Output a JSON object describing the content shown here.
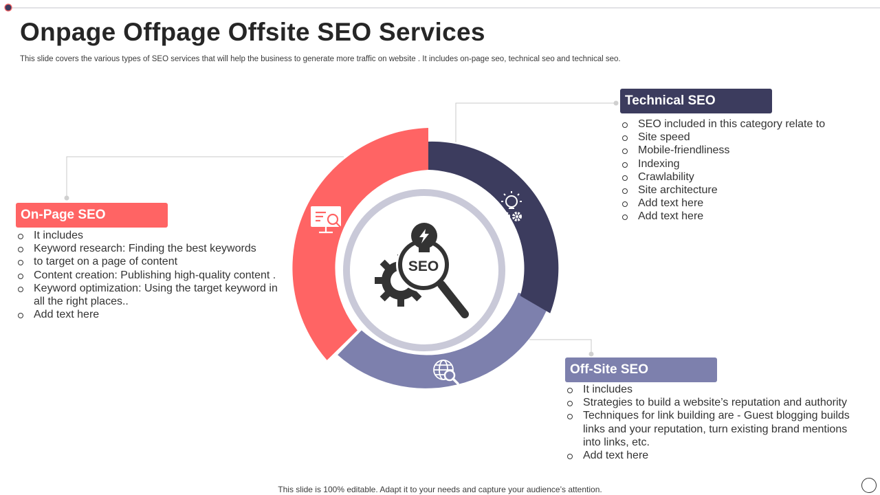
{
  "header": {
    "title": "Onpage Offpage Offsite SEO Services",
    "subtitle": "This slide covers the various types of SEO services that will help the business to generate more traffic on website . It includes on-page seo, technical seo and technical seo."
  },
  "center": {
    "label": "SEO"
  },
  "sections": {
    "onpage": {
      "title": "On-Page SEO",
      "icon": "monitor-search-icon",
      "bullets": [
        "It includes",
        "Keyword research: Finding the best keywords",
        "to target on a page of content",
        "Content creation: Publishing high-quality  content .",
        "Keyword optimization: Using the target keyword in all the right places..",
        "Add text here"
      ]
    },
    "technical": {
      "title": "Technical SEO",
      "icon": "bulb-gears-icon",
      "bullets": [
        "SEO included in this category relate to",
        "Site speed",
        "Mobile-friendliness",
        "Indexing",
        "Crawlability",
        "Site architecture",
        "Add text here",
        "Add text here"
      ]
    },
    "offsite": {
      "title": "Off-Site SEO",
      "icon": "globe-search-icon",
      "bullets": [
        "It includes",
        "Strategies to build a website’s reputation  and authority",
        "Techniques for link building  are - Guest blogging builds links and your reputation, turn existing brand mentions into links, etc.",
        "Add text here"
      ]
    }
  },
  "colors": {
    "onpage": "#ff6464",
    "technical": "#3c3c5e",
    "offsite": "#7d80ad",
    "ring": "#c9c9d8"
  },
  "footer": {
    "text": "This slide is 100% editable. Adapt it to your needs and capture your audience’s attention."
  }
}
